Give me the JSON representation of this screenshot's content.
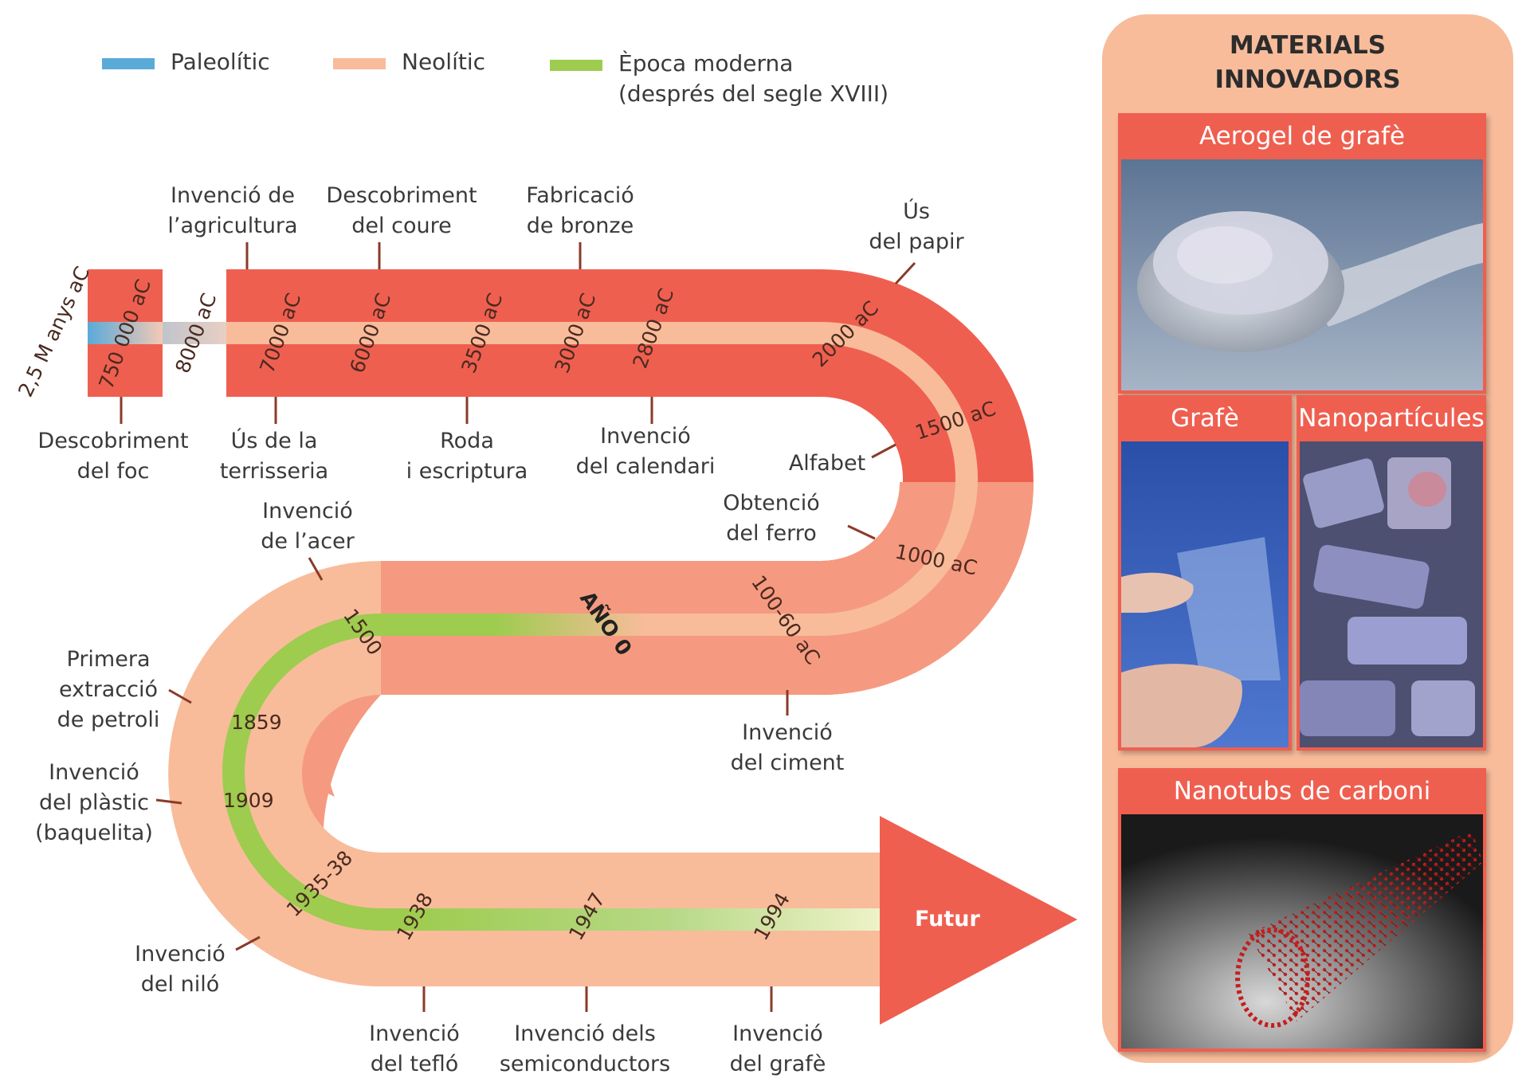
{
  "legend": [
    {
      "label": "Paleolític",
      "color": "#5aaad8"
    },
    {
      "label": "Neolític",
      "color": "#f8bc9b"
    },
    {
      "label_line1": "Època moderna",
      "label_line2": "(després del segle XVIII)",
      "color": "#9dcc4e"
    }
  ],
  "colors": {
    "red_band": "#ef5f50",
    "salmon_band": "#f59a80",
    "peach_band": "#f8bc9b",
    "green_band": "#9dcc4e",
    "paleolithic": "#5aaad8"
  },
  "years": {
    "y1": "2,5 M anys aC",
    "y2": "750 000 aC",
    "y3": "8000 aC",
    "y4": "7000 aC",
    "y5": "6000 aC",
    "y6": "3500 aC",
    "y7": "3000 aC",
    "y8": "2800 aC",
    "y9": "2000 aC",
    "y10": "1500 aC",
    "y11": "1000 aC",
    "y12": "100-60 aC",
    "y13": "AÑO 0",
    "y14": "1500",
    "y15": "1859",
    "y16": "1909",
    "y17": "1935-38",
    "y18": "1938",
    "y19": "1947",
    "y20": "1994"
  },
  "events": {
    "foc_1": "Descobriment",
    "foc_2": "del foc",
    "agri_1": "Invenció de",
    "agri_2": "l’agricultura",
    "terr_1": "Ús de la",
    "terr_2": "terrisseria",
    "coure_1": "Descobriment",
    "coure_2": "del coure",
    "roda_1": "Roda",
    "roda_2": "i escriptura",
    "bronze_1": "Fabricació",
    "bronze_2": "de bronze",
    "cal_1": "Invenció",
    "cal_2": "del calendari",
    "papir_1": "Ús",
    "papir_2": "del papir",
    "alfabet": "Alfabet",
    "ferro_1": "Obtenció",
    "ferro_2": "del ferro",
    "ciment_1": "Invenció",
    "ciment_2": "del ciment",
    "acer_1": "Invenció",
    "acer_2": "de l’acer",
    "petroli_1": "Primera",
    "petroli_2": "extracció",
    "petroli_3": "de petroli",
    "plastic_1": "Invenció",
    "plastic_2": "del plàstic",
    "plastic_3": "(baquelita)",
    "nilo_1": "Invenció",
    "nilo_2": "del niló",
    "teflo_1": "Invenció",
    "teflo_2": "del tefló",
    "semi_1": "Invenció dels",
    "semi_2": "semiconductors",
    "grafe_1": "Invenció",
    "grafe_2": "del grafè",
    "futur": "Futur"
  },
  "panel": {
    "title_line1": "MATERIALS",
    "title_line2": "INNOVADORS",
    "cards": [
      {
        "title": "Aerogel de grafè"
      },
      {
        "title": "Grafè"
      },
      {
        "title": "Nanopartícules"
      },
      {
        "title": "Nanotubs de carboni"
      }
    ]
  }
}
